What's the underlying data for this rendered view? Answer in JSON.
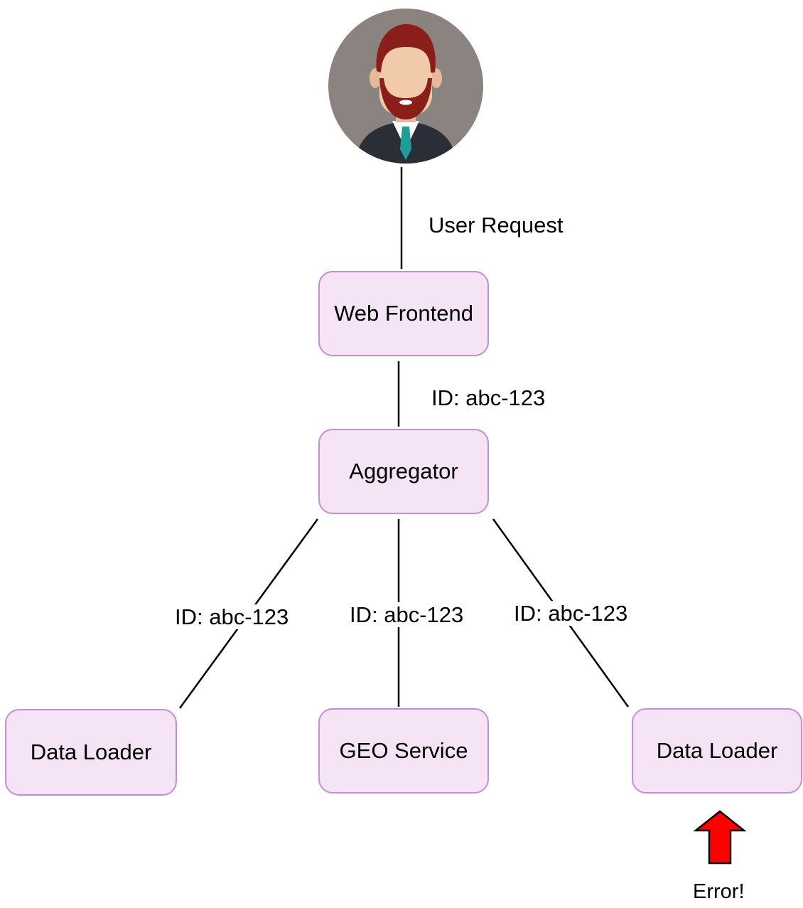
{
  "user": {
    "avatar_icon": "person-avatar-icon",
    "avatar_bg": "#8b8380",
    "hair_color": "#8a1e1b",
    "suit_color": "#2a2e36",
    "tie_color": "#1f9e97"
  },
  "edges": {
    "user_request_label": "User Request",
    "frontend_aggregator_label": "ID: abc-123",
    "aggregator_loader_left_label": "ID: abc-123",
    "aggregator_geo_label": "ID: abc-123",
    "aggregator_loader_right_label": "ID: abc-123"
  },
  "nodes": {
    "web_frontend": "Web Frontend",
    "aggregator": "Aggregator",
    "data_loader_left": "Data Loader",
    "geo_service": "GEO Service",
    "data_loader_right": "Data Loader"
  },
  "error": {
    "label": "Error!",
    "arrow_icon": "red-up-arrow-icon",
    "arrow_color": "#ff0000"
  },
  "colors": {
    "node_fill": "#f4e4f6",
    "node_border": "#c38ddc",
    "line": "#000000"
  }
}
